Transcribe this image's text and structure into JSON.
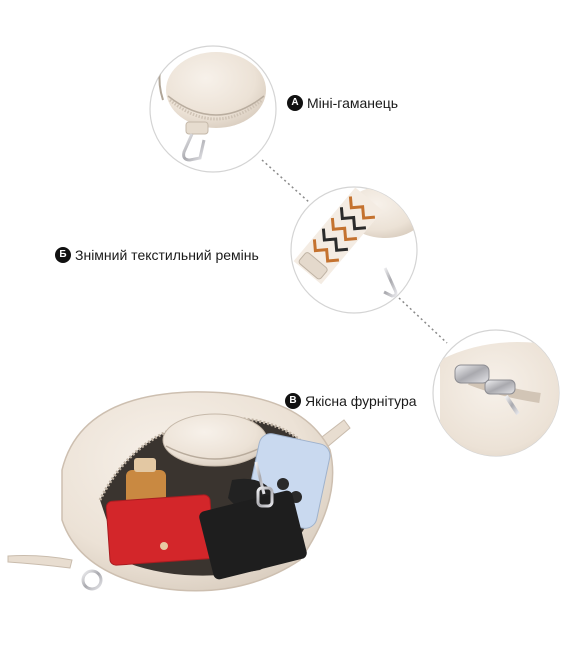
{
  "callouts": [
    {
      "badge": "А",
      "text": "Міні-гаманець"
    },
    {
      "badge": "Б",
      "text": "Знімний текстильний ремінь"
    },
    {
      "badge": "В",
      "text": "Якісна фурнітура"
    }
  ],
  "colors": {
    "leather": "#efe6dc",
    "leather_shadow": "#d9cdbf",
    "wallet_red": "#d3262a",
    "wallet_black": "#1e1e1e",
    "phone_blue": "#c9d9ef",
    "metal": "#c8c8cc",
    "dotted_line": "#8a8a8a",
    "circle_border": "#d0d0d0"
  }
}
